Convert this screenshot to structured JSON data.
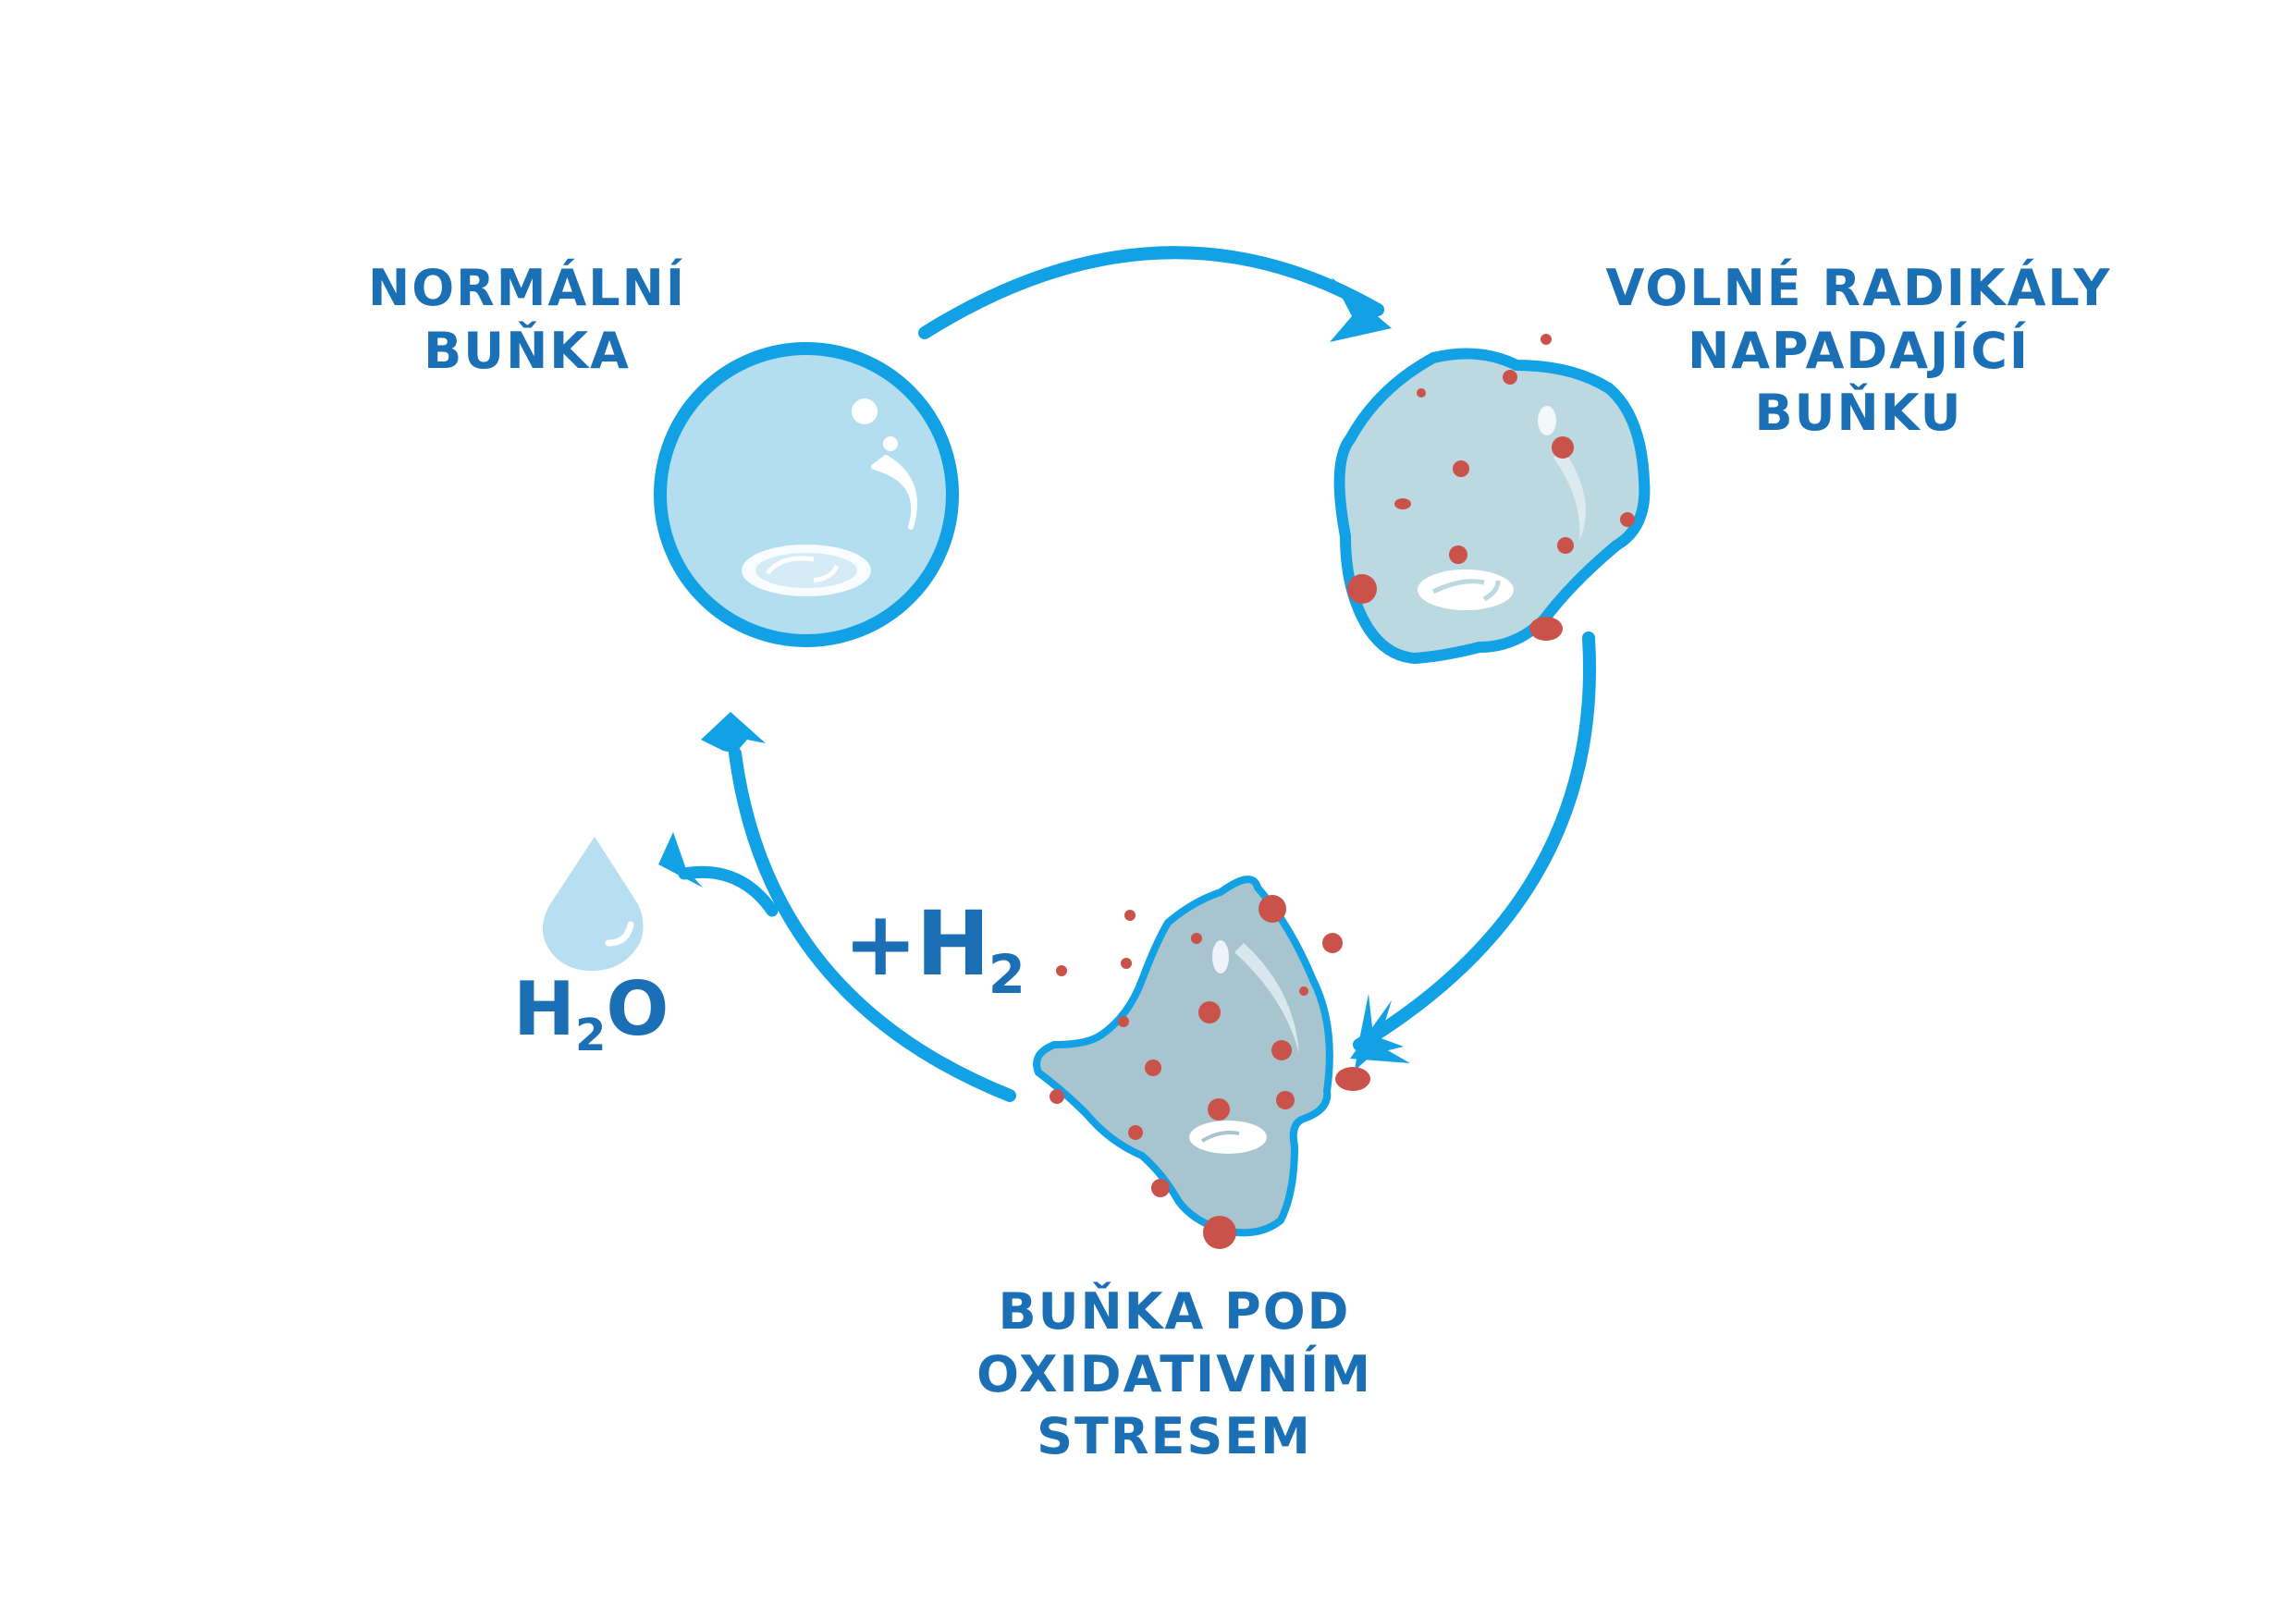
{
  "labels": {
    "normal_cell": [
      "NORMÁLNÍ",
      "BUŇKA"
    ],
    "radicals_attack": [
      "VOLNÉ RADIKÁLY",
      "NAPADAJÍCÍ",
      "BUŇKU"
    ],
    "oxidative_stress": [
      "BUŇKA POD",
      "OXIDATIVNÍM",
      "STRESEM"
    ]
  },
  "formulas": {
    "hydrogen": {
      "prefix": "+H",
      "subscript": "2",
      "suffix": ""
    },
    "water": {
      "prefix": "H",
      "subscript": "2",
      "suffix": "O"
    }
  },
  "colors": {
    "text": "#1a6fb5",
    "arrow": "#12a1e4",
    "healthy_cell_fill": "#b3def0",
    "healthy_cell_outline": "#12a1e4",
    "damaged_cell_fill": "#bcd8e0",
    "stressed_cell_fill": "#a7c4cf",
    "radical": "#c9534b",
    "water_drop": "#b8def1"
  },
  "icons": {
    "cycle_arrows": "curved-arrow-icon",
    "water": "water-drop-icon",
    "radical": "free-radical-dot-icon"
  }
}
